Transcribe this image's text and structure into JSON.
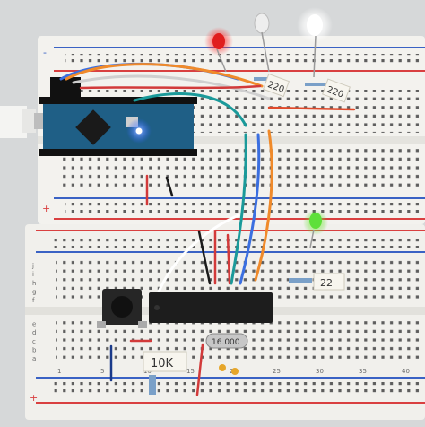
{
  "labels": {
    "resistor_top_1": "220",
    "resistor_top_2": "220",
    "resistor_mid": "22",
    "resistor_bottom": "10K",
    "crystal": "16.000"
  },
  "row_letters_top": [
    "f",
    "g",
    "h",
    "i",
    "j"
  ],
  "row_letters_bottom": [
    "a",
    "b",
    "c",
    "d",
    "e"
  ],
  "column_numbers": [
    "1",
    "5",
    "10",
    "15",
    "20",
    "25",
    "30",
    "35",
    "40"
  ],
  "rail_signs": {
    "plus": "+",
    "minus": "-"
  },
  "colors": {
    "board": "#f3f2ee",
    "rail_red": "#d94040",
    "rail_blue": "#3a62c4",
    "arduino_pcb": "#1f5f86",
    "chip": "#1d1d1d"
  }
}
